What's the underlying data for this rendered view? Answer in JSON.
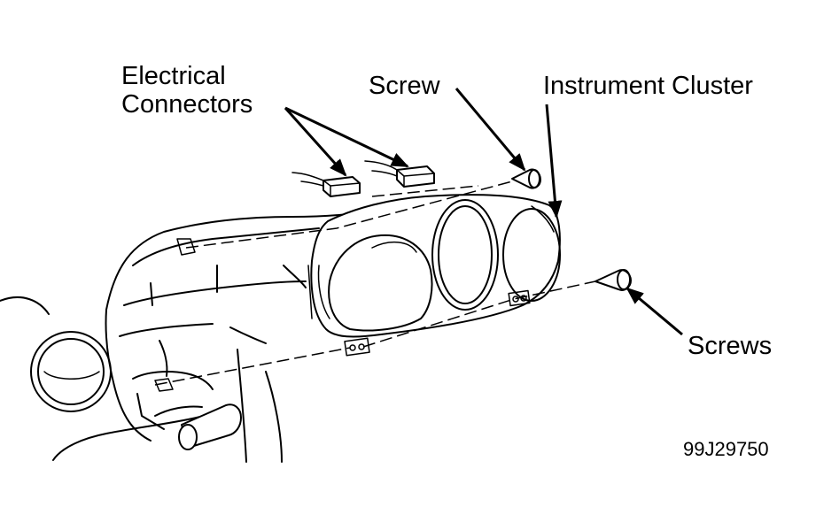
{
  "labels": {
    "electrical_connectors_line1": "Electrical",
    "electrical_connectors_line2": "Connectors",
    "screw": "Screw",
    "instrument_cluster": "Instrument Cluster",
    "screws": "Screws"
  },
  "figure_id": "99J29750"
}
